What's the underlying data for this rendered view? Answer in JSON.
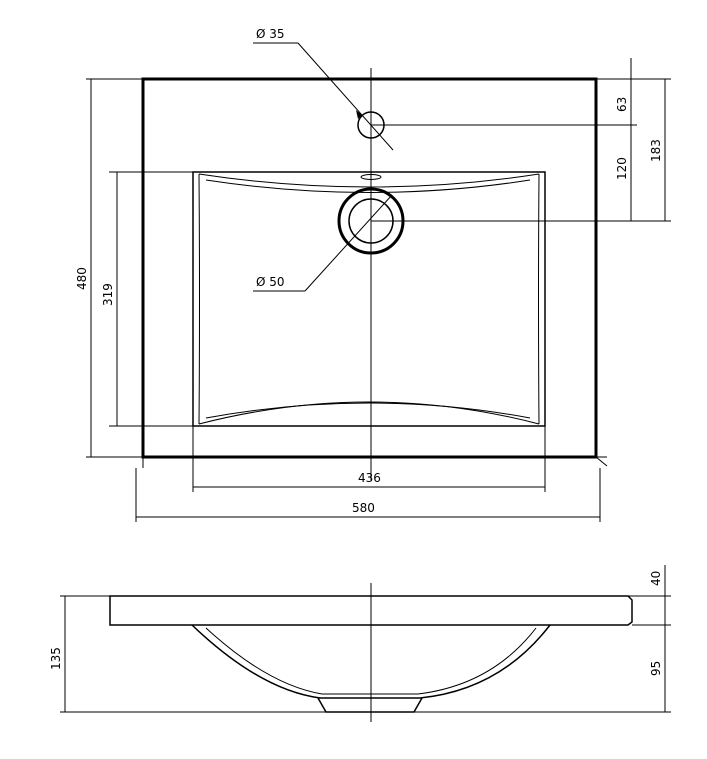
{
  "drawing": {
    "top_view": {
      "hole_diameter_label": "Ø 35",
      "drain_diameter_label": "Ø 50",
      "dim_hole_from_back": "63",
      "dim_hole_to_drain": "120",
      "dim_drain_from_back": "183",
      "overall_depth": "480",
      "bowl_depth": "319",
      "bowl_width": "436",
      "overall_width": "580"
    },
    "side_view": {
      "total_height": "135",
      "top_thickness": "40",
      "bowl_height": "95"
    }
  }
}
